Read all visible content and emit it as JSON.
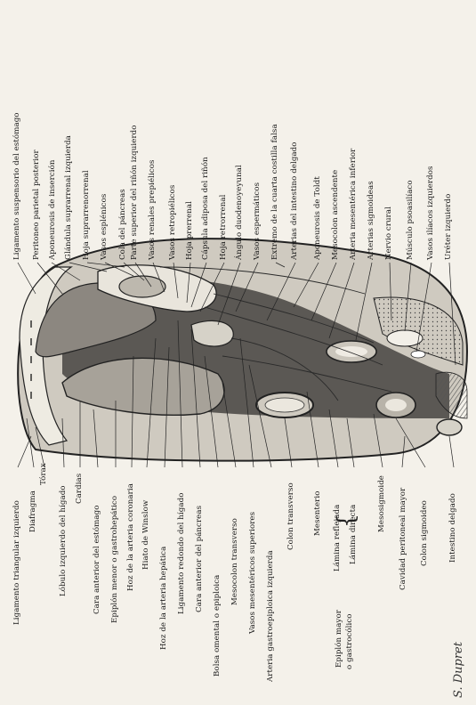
{
  "top_labels": [
    "Ligamento suspensorio del estómago",
    "Peritoneo parietal posterior",
    "Aponeurosis de inserción",
    "Glándula suprarrenal izquierda",
    "Hoja suprarrenorrenal",
    "Vasos esplénicos",
    "Cola del páncreas",
    "Parte superior del riñón izquierdo",
    "Vasos renales prepiélicos",
    "Vasos retropiélicos",
    "Hoja prerrenal",
    "Cápsula adiposa del riñón",
    "Hoja retrorrenal",
    "Ángulo duodenoyeyunal",
    "Vasos espermáticos",
    "Extremo de la cuarta costilla falsa",
    "Arterias del intestino delgado",
    "Aponeurosis de Toldt",
    "Mesocolon ascendente",
    "Arteria mesentérica inferior",
    "Arterias sigmoideas",
    "Nervio crural",
    "Músculo psoasilíaco",
    "Vasos ilíacos izquierdos",
    "Uréter izquierdo"
  ],
  "bottom_labels": [
    "Ligamento triangular izquierdo",
    "Diafragma",
    "Tórax",
    "Lóbulo izquierdo del hígado",
    "Cardias",
    "Cara anterior del estómago",
    "Epiplón menor o gastrohepático",
    "Hoz de la arteria coronaria",
    "Hiato de Winslow",
    "Hoz de la arteria hepática",
    "Ligamento redondo del hígado",
    "Cara anterior del páncreas",
    "Bolsa omental o epiploica",
    "Mesocolon transverso",
    "Vasos mesentéricos superiores",
    "Arteria gastroepiploica izquierda",
    "Colon transverso",
    "Mesenterio",
    "Lámina reflejada",
    "Lámina directa",
    "Epiplón mayor",
    "o gastrocólico",
    "Mesosigmoide",
    "Cavidad peritoneal mayor",
    "Colon sigmoideo",
    "Intestino delgado"
  ],
  "signature": "S. Dupret"
}
